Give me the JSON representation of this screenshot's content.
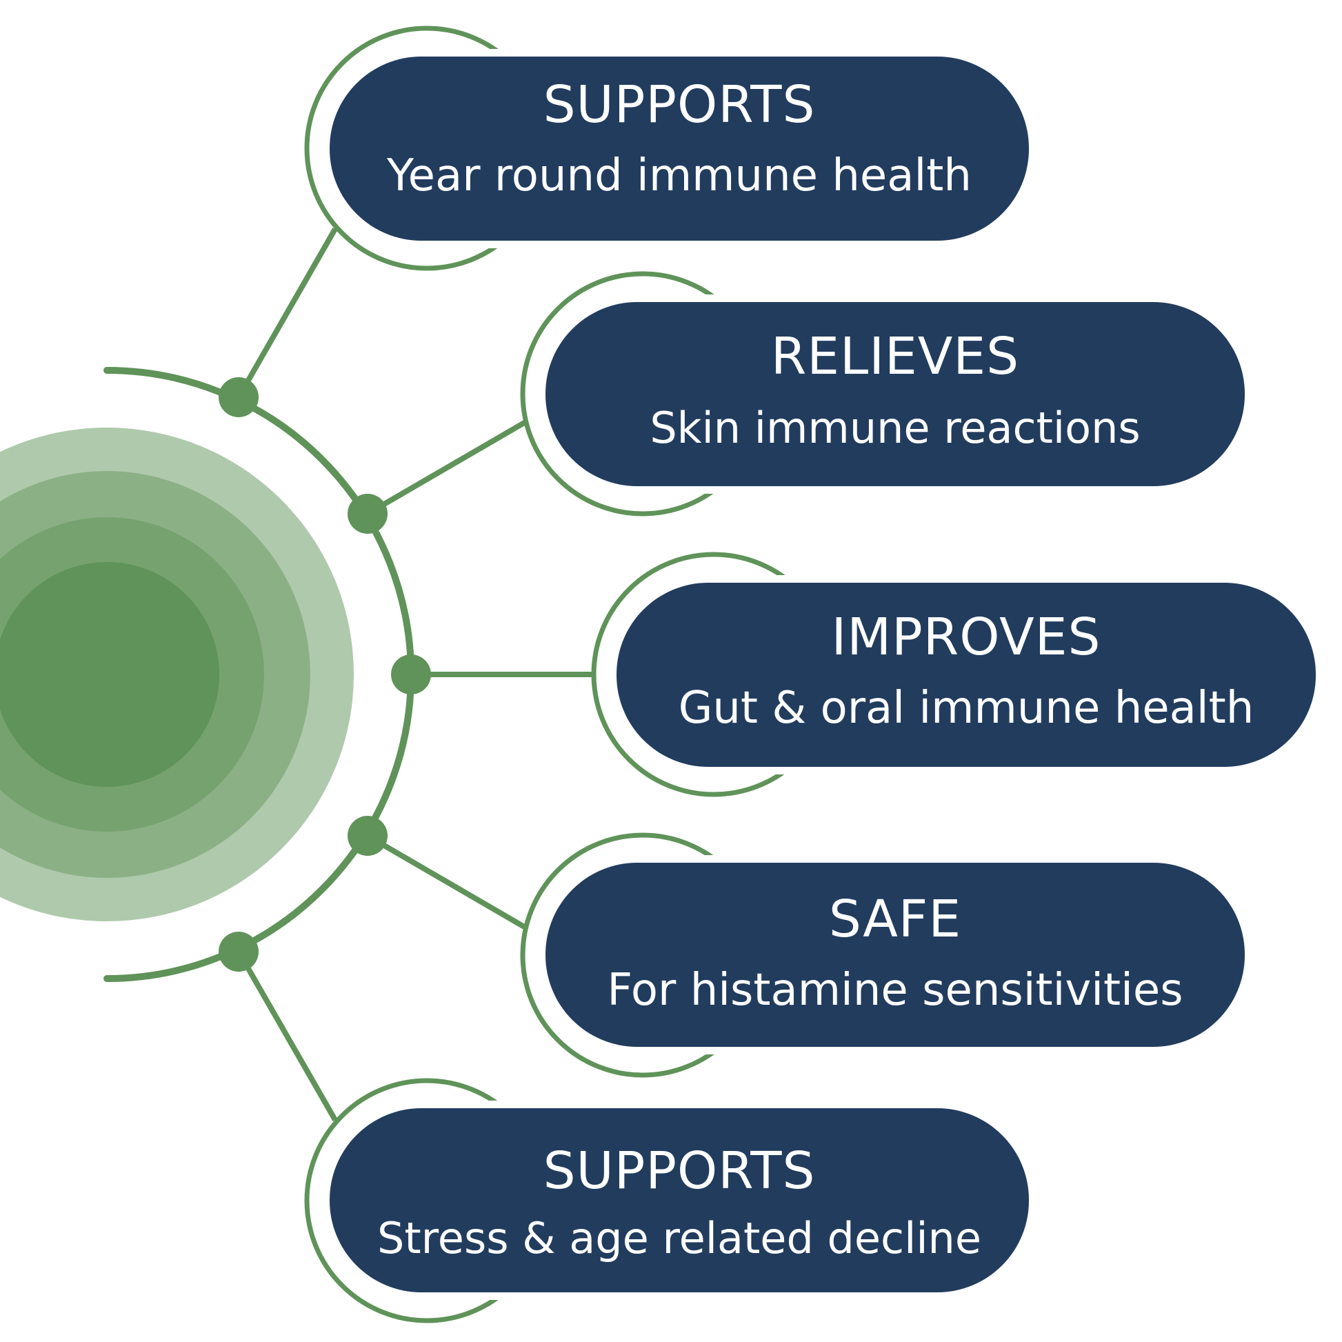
{
  "colors": {
    "pill_fill": "#223c5e",
    "green_stroke": "#5f9359",
    "green_dot": "#5f9359",
    "ring_1": "#afc9ac",
    "ring_2": "#8cb086",
    "ring_3": "#76a26f",
    "ring_4": "#5f9359",
    "text": "#ffffff"
  },
  "items": [
    {
      "heading": "SUPPORTS",
      "subtext": "Year round immune health"
    },
    {
      "heading": "RELIEVES",
      "subtext": "Skin immune reactions"
    },
    {
      "heading": "IMPROVES",
      "subtext": "Gut & oral immune health"
    },
    {
      "heading": "SAFE",
      "subtext": "For histamine sensitivities"
    },
    {
      "heading": "SUPPORTS",
      "subtext": "Stress & age related decline"
    }
  ]
}
